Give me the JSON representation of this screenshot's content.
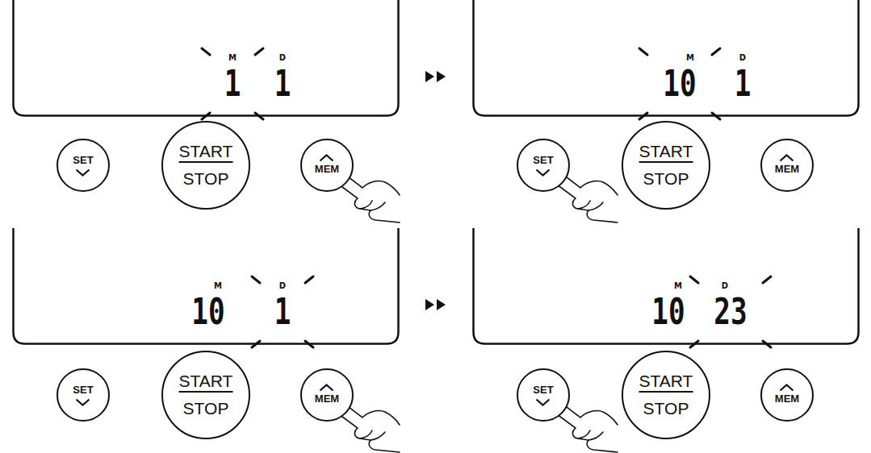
{
  "diagram": {
    "nodes": [
      {
        "text": [
          "M",
          "1",
          "D",
          "1"
        ]
      },
      {
        "text": [
          "SET"
        ]
      },
      {
        "text": [
          "START",
          "STOP"
        ]
      },
      {
        "text": [
          "MEM"
        ]
      },
      {
        "text": [
          "M",
          "10",
          "D",
          "1"
        ]
      },
      {
        "text": [
          "SET"
        ]
      },
      {
        "text": [
          "START",
          "STOP"
        ]
      },
      {
        "text": [
          "MEM"
        ]
      },
      {
        "text": [
          "M",
          "10",
          "D",
          "1"
        ]
      },
      {
        "text": [
          "SET"
        ]
      },
      {
        "text": [
          "START",
          "STOP"
        ]
      },
      {
        "text": [
          "MEM"
        ]
      },
      {
        "text": [
          "M",
          "10",
          "D",
          "23"
        ]
      },
      {
        "text": [
          "SET"
        ]
      },
      {
        "text": [
          "START",
          "STOP"
        ]
      },
      {
        "text": [
          "MEM"
        ]
      }
    ]
  }
}
